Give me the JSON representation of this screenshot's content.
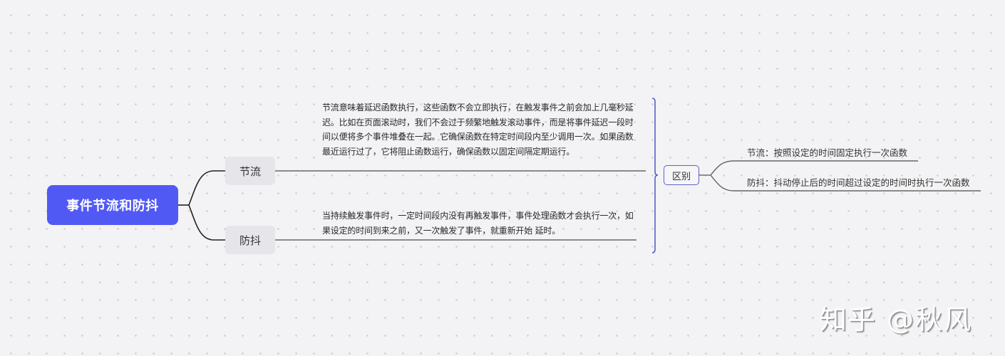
{
  "mindmap": {
    "root": {
      "label": "事件节流和防抖",
      "color": "#5159f4"
    },
    "branches": [
      {
        "label": "节流",
        "description": "节流意味着延迟函数执行，这些函数不会立即执行，在触发事件之前会加上几毫秒延迟。比如在页面滚动时，我们不会过于频繁地触发滚动事件，而是将事件延迟一段时间以便将多个事件堆叠在一起。它确保函数在特定时间段内至少调用一次。如果函数最近运行过了，它将阻止函数运行，确保函数以固定间隔定期运行。"
      },
      {
        "label": "防抖",
        "description": "当持续触发事件时，一定时间段内没有再触发事件，事件处理函数才会执行一次，如果设定的时间到来之前，又一次触发了事件，就重新开始 延时。"
      }
    ],
    "summary": {
      "label": "区别",
      "bracket_color": "#5a5fc8",
      "items": [
        {
          "text": "节流：按照设定的时间固定执行一次函数"
        },
        {
          "text": "防抖：抖动停止后的时间超过设定的时间时执行一次函数"
        }
      ]
    }
  },
  "watermark": {
    "text": "知乎 @秋风"
  }
}
